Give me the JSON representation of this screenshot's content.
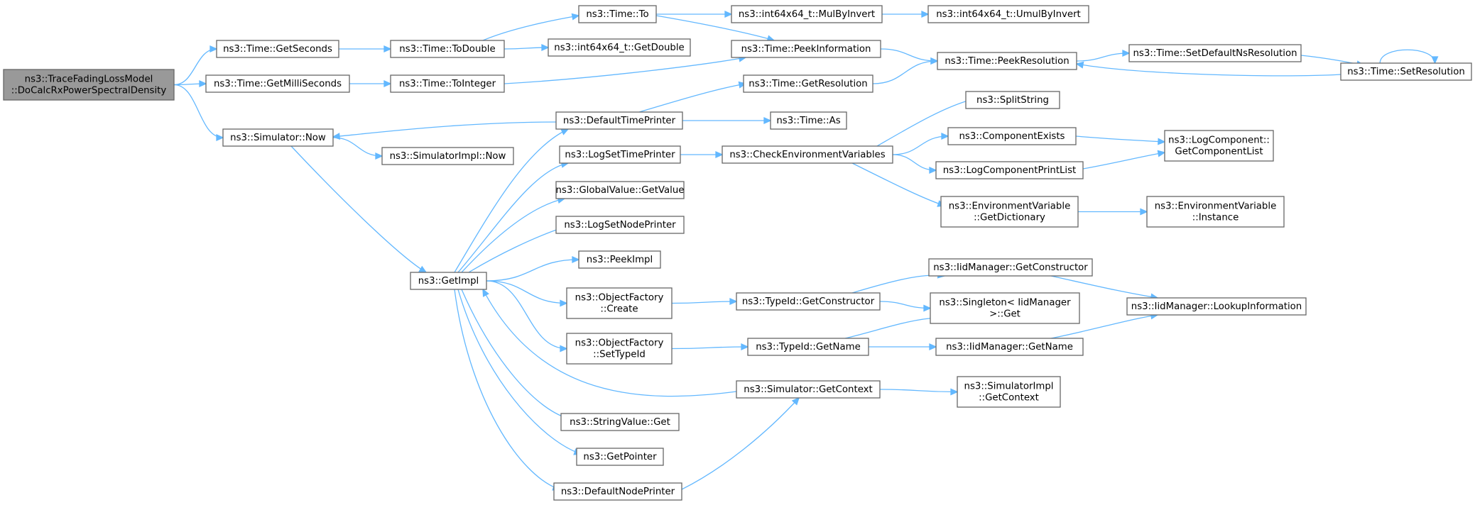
{
  "diagram": {
    "title": "",
    "colors": {
      "edge": "#63b8ff",
      "node_border": "#666666",
      "node_fill": "#ffffff",
      "root_fill": "#999999"
    },
    "nodes": [
      {
        "id": "root",
        "lines": [
          "ns3::TraceFadingLossModel",
          "::DoCalcRxPowerSpectralDensity"
        ],
        "root": true
      },
      {
        "id": "getSeconds",
        "lines": [
          "ns3::Time::GetSeconds"
        ]
      },
      {
        "id": "getMilli",
        "lines": [
          "ns3::Time::GetMilliSeconds"
        ]
      },
      {
        "id": "simNow",
        "lines": [
          "ns3::Simulator::Now"
        ]
      },
      {
        "id": "toDouble",
        "lines": [
          "ns3::Time::ToDouble"
        ]
      },
      {
        "id": "toInteger",
        "lines": [
          "ns3::Time::ToInteger"
        ]
      },
      {
        "id": "simImplNow",
        "lines": [
          "ns3::SimulatorImpl::Now"
        ]
      },
      {
        "id": "getImpl",
        "lines": [
          "ns3::GetImpl"
        ]
      },
      {
        "id": "timeTo",
        "lines": [
          "ns3::Time::To"
        ]
      },
      {
        "id": "i64GetDouble",
        "lines": [
          "ns3::int64x64_t::GetDouble"
        ]
      },
      {
        "id": "defTimePrinter",
        "lines": [
          "ns3::DefaultTimePrinter"
        ]
      },
      {
        "id": "logSetTime",
        "lines": [
          "ns3::LogSetTimePrinter"
        ]
      },
      {
        "id": "gvGetValue",
        "lines": [
          "ns3::GlobalValue::GetValue"
        ]
      },
      {
        "id": "logSetNode",
        "lines": [
          "ns3::LogSetNodePrinter"
        ]
      },
      {
        "id": "peekImpl",
        "lines": [
          "ns3::PeekImpl"
        ]
      },
      {
        "id": "ofCreate",
        "lines": [
          "ns3::ObjectFactory",
          "::Create"
        ]
      },
      {
        "id": "ofSetTypeId",
        "lines": [
          "ns3::ObjectFactory",
          "::SetTypeId"
        ]
      },
      {
        "id": "svGet",
        "lines": [
          "ns3::StringValue::Get"
        ]
      },
      {
        "id": "getPointer",
        "lines": [
          "ns3::GetPointer"
        ]
      },
      {
        "id": "defNodePrinter",
        "lines": [
          "ns3::DefaultNodePrinter"
        ]
      },
      {
        "id": "mulByInvert",
        "lines": [
          "ns3::int64x64_t::MulByInvert"
        ]
      },
      {
        "id": "peekInfo",
        "lines": [
          "ns3::Time::PeekInformation"
        ]
      },
      {
        "id": "getResolution",
        "lines": [
          "ns3::Time::GetResolution"
        ]
      },
      {
        "id": "timeAs",
        "lines": [
          "ns3::Time::As"
        ]
      },
      {
        "id": "checkEnv",
        "lines": [
          "ns3::CheckEnvironmentVariables"
        ]
      },
      {
        "id": "tidGetCtor",
        "lines": [
          "ns3::TypeId::GetConstructor"
        ]
      },
      {
        "id": "tidGetName",
        "lines": [
          "ns3::TypeId::GetName"
        ]
      },
      {
        "id": "simGetContext",
        "lines": [
          "ns3::Simulator::GetContext"
        ]
      },
      {
        "id": "umulByInvert",
        "lines": [
          "ns3::int64x64_t::UmulByInvert"
        ]
      },
      {
        "id": "peekRes",
        "lines": [
          "ns3::Time::PeekResolution"
        ]
      },
      {
        "id": "splitString",
        "lines": [
          "ns3::SplitString"
        ]
      },
      {
        "id": "compExists",
        "lines": [
          "ns3::ComponentExists"
        ]
      },
      {
        "id": "logCompPrintList",
        "lines": [
          "ns3::LogComponentPrintList"
        ]
      },
      {
        "id": "envGetDict",
        "lines": [
          "ns3::EnvironmentVariable",
          "::GetDictionary"
        ]
      },
      {
        "id": "iidGetCtor",
        "lines": [
          "ns3::IidManager::GetConstructor"
        ]
      },
      {
        "id": "singletonGet",
        "lines": [
          "ns3::Singleton< IidManager",
          ">::Get"
        ]
      },
      {
        "id": "iidGetName",
        "lines": [
          "ns3::IidManager::GetName"
        ]
      },
      {
        "id": "simImplGetContext",
        "lines": [
          "ns3::SimulatorImpl",
          "::GetContext"
        ]
      },
      {
        "id": "setDefNsRes",
        "lines": [
          "ns3::Time::SetDefaultNsResolution"
        ]
      },
      {
        "id": "setRes",
        "lines": [
          "ns3::Time::SetResolution"
        ]
      },
      {
        "id": "logCompGetList",
        "lines": [
          "ns3::LogComponent::",
          "GetComponentList"
        ]
      },
      {
        "id": "envInstance",
        "lines": [
          "ns3::EnvironmentVariable",
          "::Instance"
        ]
      },
      {
        "id": "iidLookup",
        "lines": [
          "ns3::IidManager::LookupInformation"
        ]
      }
    ],
    "edges": [
      [
        "root",
        "getSeconds"
      ],
      [
        "root",
        "getMilli"
      ],
      [
        "root",
        "simNow"
      ],
      [
        "getSeconds",
        "toDouble"
      ],
      [
        "getMilli",
        "toInteger"
      ],
      [
        "simNow",
        "simImplNow"
      ],
      [
        "simNow",
        "getImpl"
      ],
      [
        "toDouble",
        "timeTo"
      ],
      [
        "toDouble",
        "i64GetDouble"
      ],
      [
        "toInteger",
        "peekInfo"
      ],
      [
        "timeTo",
        "mulByInvert"
      ],
      [
        "timeTo",
        "peekInfo"
      ],
      [
        "mulByInvert",
        "umulByInvert"
      ],
      [
        "peekInfo",
        "peekRes"
      ],
      [
        "getResolution",
        "peekRes"
      ],
      [
        "peekRes",
        "setDefNsRes"
      ],
      [
        "setDefNsRes",
        "setRes"
      ],
      [
        "setRes",
        "peekRes"
      ],
      [
        "setRes",
        "setRes"
      ],
      [
        "defTimePrinter",
        "simNow"
      ],
      [
        "defTimePrinter",
        "getResolution"
      ],
      [
        "defTimePrinter",
        "timeAs"
      ],
      [
        "getImpl",
        "defTimePrinter"
      ],
      [
        "getImpl",
        "logSetTime"
      ],
      [
        "getImpl",
        "gvGetValue"
      ],
      [
        "getImpl",
        "logSetNode"
      ],
      [
        "getImpl",
        "peekImpl"
      ],
      [
        "getImpl",
        "ofCreate"
      ],
      [
        "getImpl",
        "ofSetTypeId"
      ],
      [
        "getImpl",
        "svGet"
      ],
      [
        "getImpl",
        "getPointer"
      ],
      [
        "getImpl",
        "defNodePrinter"
      ],
      [
        "simGetContext",
        "getImpl"
      ],
      [
        "logSetTime",
        "checkEnv"
      ],
      [
        "checkEnv",
        "splitString"
      ],
      [
        "checkEnv",
        "compExists"
      ],
      [
        "checkEnv",
        "logCompPrintList"
      ],
      [
        "checkEnv",
        "envGetDict"
      ],
      [
        "compExists",
        "logCompGetList"
      ],
      [
        "logCompPrintList",
        "logCompGetList"
      ],
      [
        "envGetDict",
        "envInstance"
      ],
      [
        "ofCreate",
        "tidGetCtor"
      ],
      [
        "ofSetTypeId",
        "tidGetName"
      ],
      [
        "tidGetCtor",
        "iidGetCtor"
      ],
      [
        "tidGetCtor",
        "singletonGet"
      ],
      [
        "tidGetName",
        "singletonGet"
      ],
      [
        "tidGetName",
        "iidGetName"
      ],
      [
        "iidGetCtor",
        "iidLookup"
      ],
      [
        "iidGetName",
        "iidLookup"
      ],
      [
        "defNodePrinter",
        "simGetContext"
      ],
      [
        "simGetContext",
        "simImplGetContext"
      ]
    ]
  }
}
